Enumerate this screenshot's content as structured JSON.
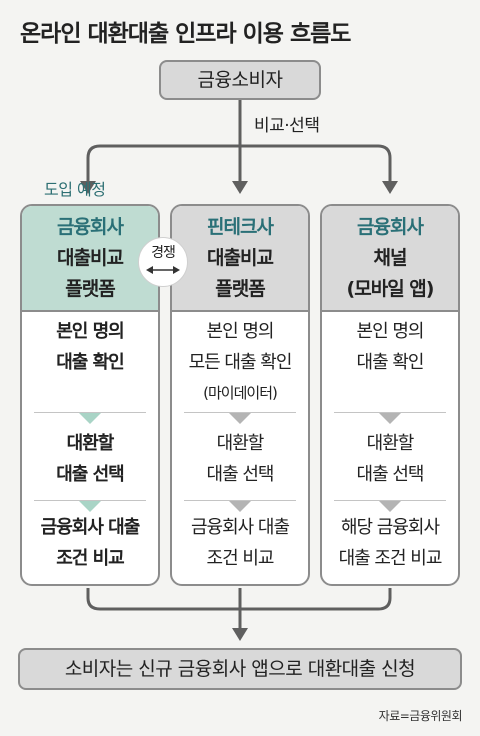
{
  "title": "온라인 대환대출 인프라 이용 흐름도",
  "consumer": "금융소비자",
  "compare_label": "비교·선택",
  "pilot_label": "도입 예정",
  "compete_label": "경쟁",
  "columns": [
    {
      "head_brand": "금융회사",
      "head_lines": [
        "대출비교",
        "플랫폼"
      ],
      "sections": [
        [
          "본인 명의",
          "대출 확인"
        ],
        [
          "대환할",
          "대출 선택"
        ],
        [
          "금융회사 대출",
          "조건 비교"
        ]
      ]
    },
    {
      "head_brand": "핀테크사",
      "head_lines": [
        "대출비교",
        "플랫폼"
      ],
      "sections": [
        [
          "본인 명의",
          "모든 대출 확인",
          "(마이데이터)"
        ],
        [
          "대환할",
          "대출 선택"
        ],
        [
          "금융회사 대출",
          "조건 비교"
        ]
      ]
    },
    {
      "head_brand": "금융회사",
      "head_lines": [
        "채널",
        "(모바일 앱)"
      ],
      "sections": [
        [
          "본인 명의",
          "대출 확인"
        ],
        [
          "대환할",
          "대출 선택"
        ],
        [
          "해당 금융회사",
          "대출 조건 비교"
        ]
      ]
    }
  ],
  "bottom": "소비자는 신규 금융회사 앱으로 대환대출 신청",
  "source": "자료=금융위원회",
  "colors": {
    "accent": "#2a7077",
    "highlight_bg": "#bfdcd2",
    "box_bg": "#d9d9d9",
    "border": "#8c8c8c"
  }
}
